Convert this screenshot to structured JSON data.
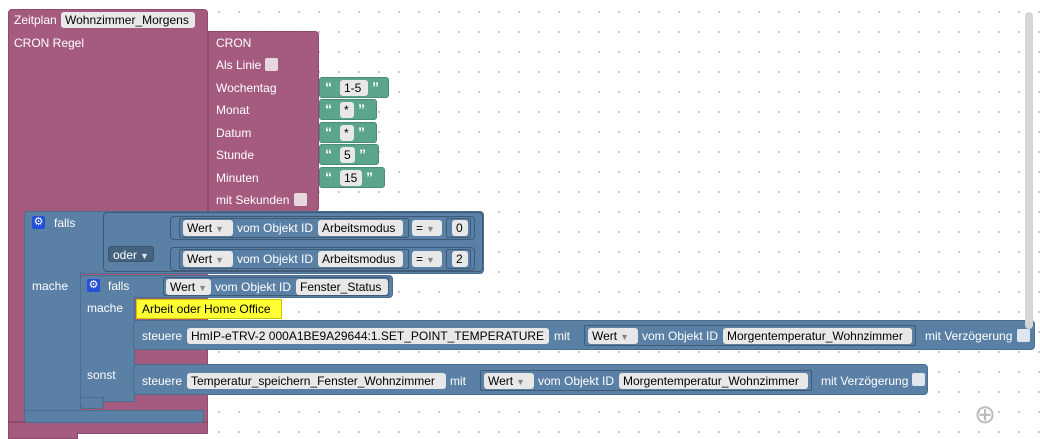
{
  "schedule": {
    "label": "Zeitplan",
    "name": "Wohnzimmer_Morgens",
    "cron_rule_label": "CRON Regel"
  },
  "cron": {
    "label": "CRON",
    "as_line_label": "Als Linie",
    "weekday_label": "Wochentag",
    "weekday_value": "1-5",
    "month_label": "Monat",
    "month_value": "*",
    "date_label": "Datum",
    "date_value": "*",
    "hour_label": "Stunde",
    "hour_value": "5",
    "minute_label": "Minuten",
    "minute_value": "15",
    "with_seconds_label": "mit Sekunden",
    "quote_open": "“",
    "quote_close": "”"
  },
  "if_outer": {
    "falls_label": "falls",
    "oder_label": "oder",
    "mache_label": "mache",
    "cond1": {
      "value_dd": "Wert",
      "object_label": "vom Objekt ID",
      "object": "Arbeitsmodus",
      "op": "=",
      "number": "0"
    },
    "cond2": {
      "value_dd": "Wert",
      "object_label": "vom Objekt ID",
      "object": "Arbeitsmodus",
      "op": "=",
      "number": "2"
    }
  },
  "if_inner": {
    "falls_label": "falls",
    "value_dd": "Wert",
    "object_label": "vom Objekt ID",
    "object": "Fenster_Status",
    "mache_label": "mache",
    "sonst_label": "sonst",
    "comment": "Arbeit oder Home Office",
    "set1": {
      "steuere_label": "steuere",
      "target": "HmIP-eTRV-2 000A1BE9A29644:1.SET_POINT_TEMPERATURE",
      "mit_label": "mit",
      "value_dd": "Wert",
      "object_label": "vom Objekt ID",
      "object": "Morgentemperatur_Wohnzimmer",
      "delay_label": "mit Verzögerung"
    },
    "set2": {
      "steuere_label": "steuere",
      "target": "Temperatur_speichern_Fenster_Wohnzimmer",
      "mit_label": "mit",
      "value_dd": "Wert",
      "object_label": "vom Objekt ID",
      "object": "Morgentemperatur_Wohnzimmer",
      "delay_label": "mit Verzögerung"
    }
  },
  "icons": {
    "settings": "gear-icon",
    "dropdown": "triangle-down-icon",
    "workspace_center": "crosshair-icon"
  },
  "colors": {
    "schedule_block": "#a55b80",
    "logic_block": "#5b80a5",
    "text_block": "#5ba58c",
    "comment": "#ffff33"
  }
}
